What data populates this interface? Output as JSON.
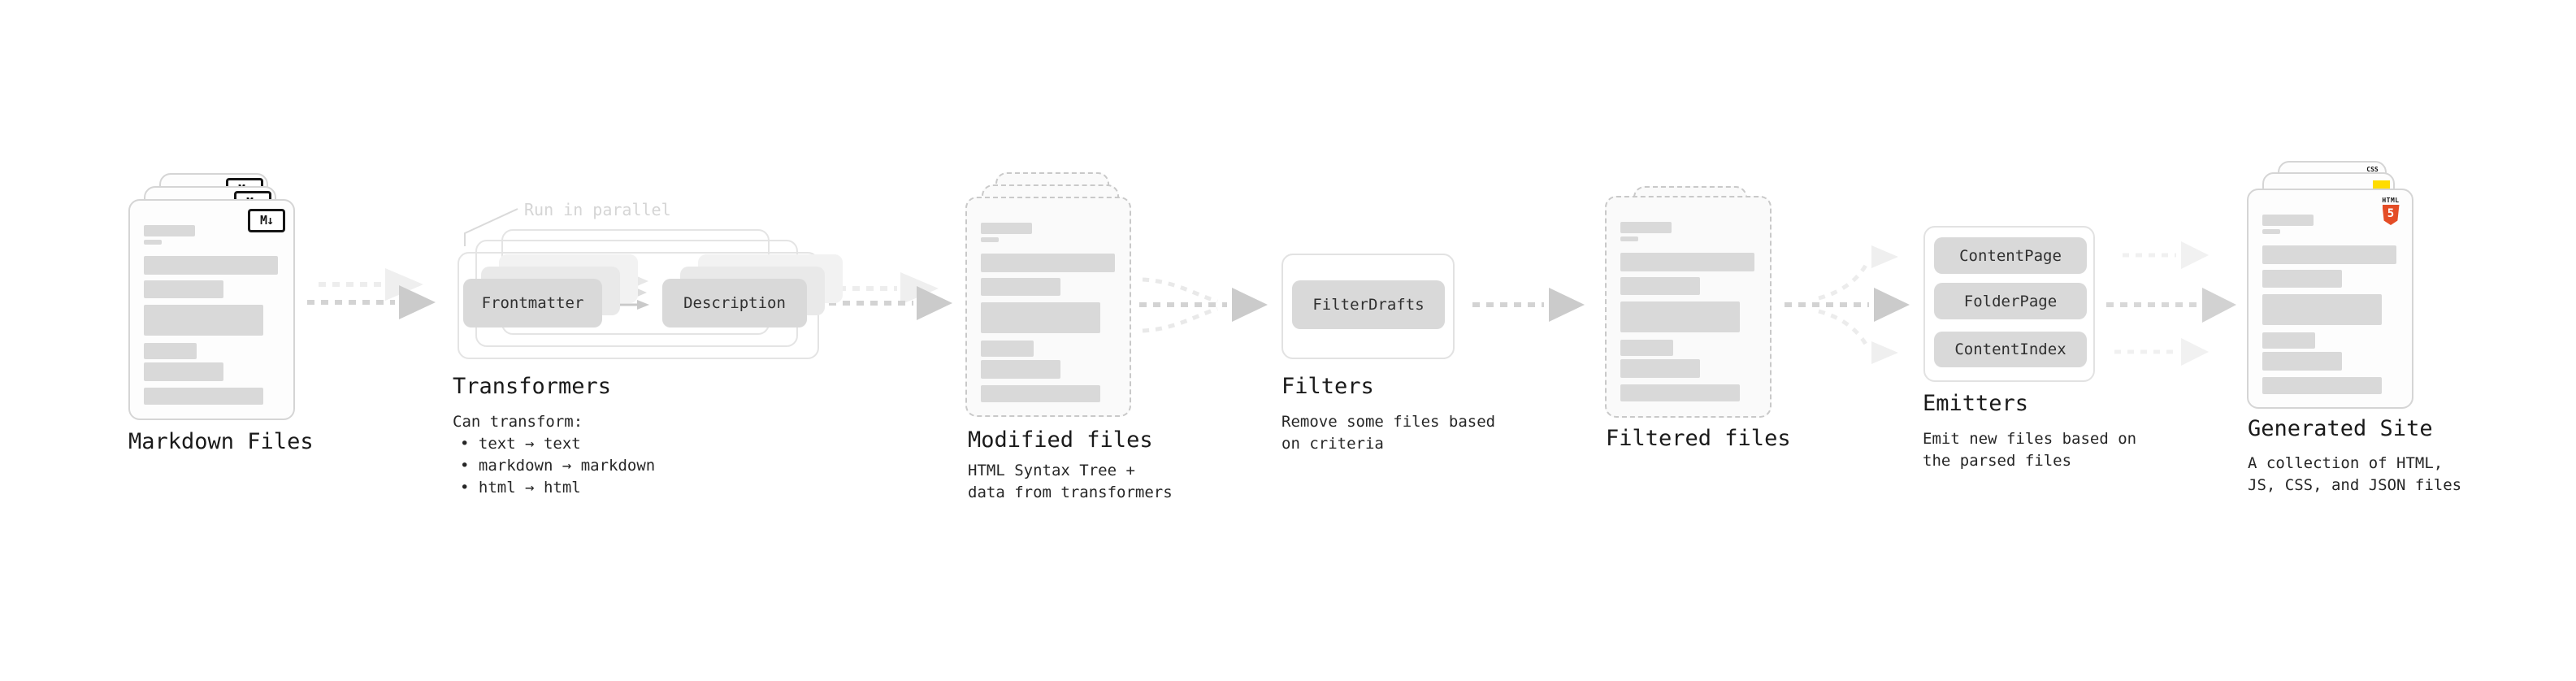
{
  "stages": {
    "markdown": {
      "title": "Markdown Files",
      "badge": "M↓"
    },
    "transformers": {
      "title": "Transformers",
      "annotation": "Run in parallel",
      "node1": "Frontmatter",
      "node2": "Description",
      "desc": "Can transform:",
      "bullet1": "• text → text",
      "bullet2": "• markdown → markdown",
      "bullet3": "• html → html"
    },
    "modified": {
      "title": "Modified files",
      "desc1": "HTML Syntax Tree +",
      "desc2": "data from transformers"
    },
    "filters": {
      "title": "Filters",
      "node1": "FilterDrafts",
      "desc1": "Remove some files based",
      "desc2": "on criteria"
    },
    "filtered": {
      "title": "Filtered files"
    },
    "emitters": {
      "title": "Emitters",
      "node1": "ContentPage",
      "node2": "FolderPage",
      "node3": "ContentIndex",
      "desc1": "Emit new files based on",
      "desc2": "the parsed files"
    },
    "generated": {
      "title": "Generated Site",
      "desc1": "A collection of HTML,",
      "desc2": "JS, CSS, and JSON files",
      "badge_html_label": "HTML",
      "badge_html_number": "5",
      "badge_css_label": "CSS"
    }
  },
  "colors": {
    "html5_orange": "#e44d26",
    "js_yellow": "#ffdc00",
    "css_blue": "#2f6be4",
    "bar_gray": "#d9d9d9",
    "arrow_gray": "#d3d3d3"
  }
}
